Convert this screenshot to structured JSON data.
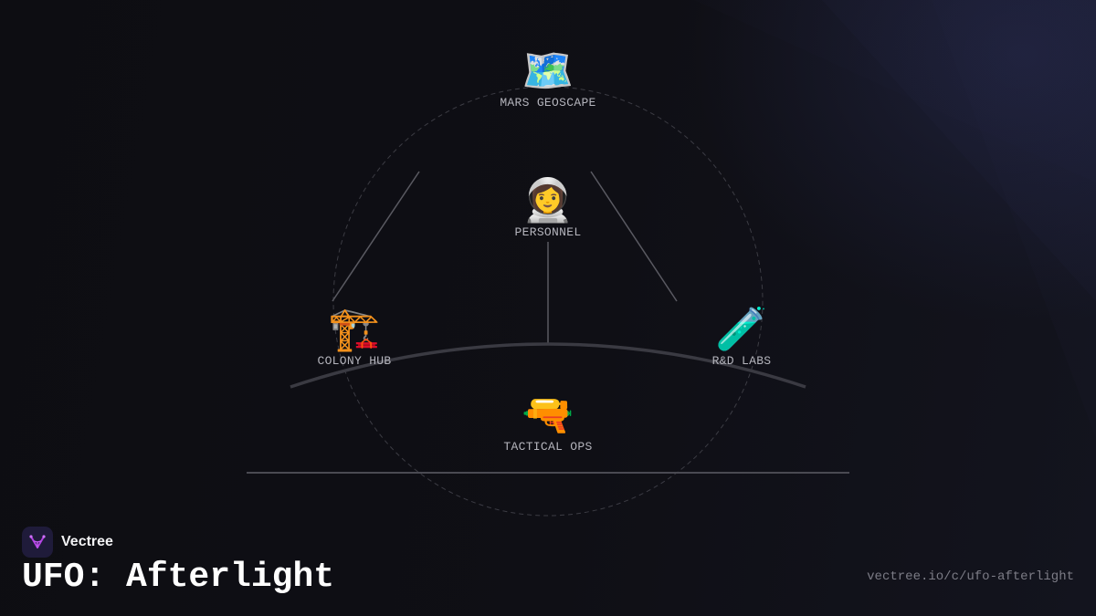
{
  "nodes": {
    "geoscape": {
      "label": "MARS GEOSCAPE",
      "icon": "🗺️",
      "icon_name": "map-icon"
    },
    "personnel": {
      "label": "PERSONNEL",
      "icon": "👩‍🚀",
      "icon_name": "astronaut-icon"
    },
    "colony": {
      "label": "COLONY HUB",
      "icon": "🏗️",
      "icon_name": "construction-crane-icon"
    },
    "labs": {
      "label": "R&D LABS",
      "icon": "🧪",
      "icon_name": "test-tube-icon"
    },
    "tactical": {
      "label": "TACTICAL OPS",
      "icon": "🔫",
      "icon_name": "blaster-icon"
    }
  },
  "brand": {
    "name": "Vectree",
    "logo_icon": "vectree-logo-icon"
  },
  "title": "UFO: Afterlight",
  "url": "vectree.io/c/ufo-afterlight",
  "colors": {
    "background": "#0e0e13",
    "accent_purple": "#b040e0",
    "line": "#5a5a62",
    "label": "#b4b4bc"
  }
}
